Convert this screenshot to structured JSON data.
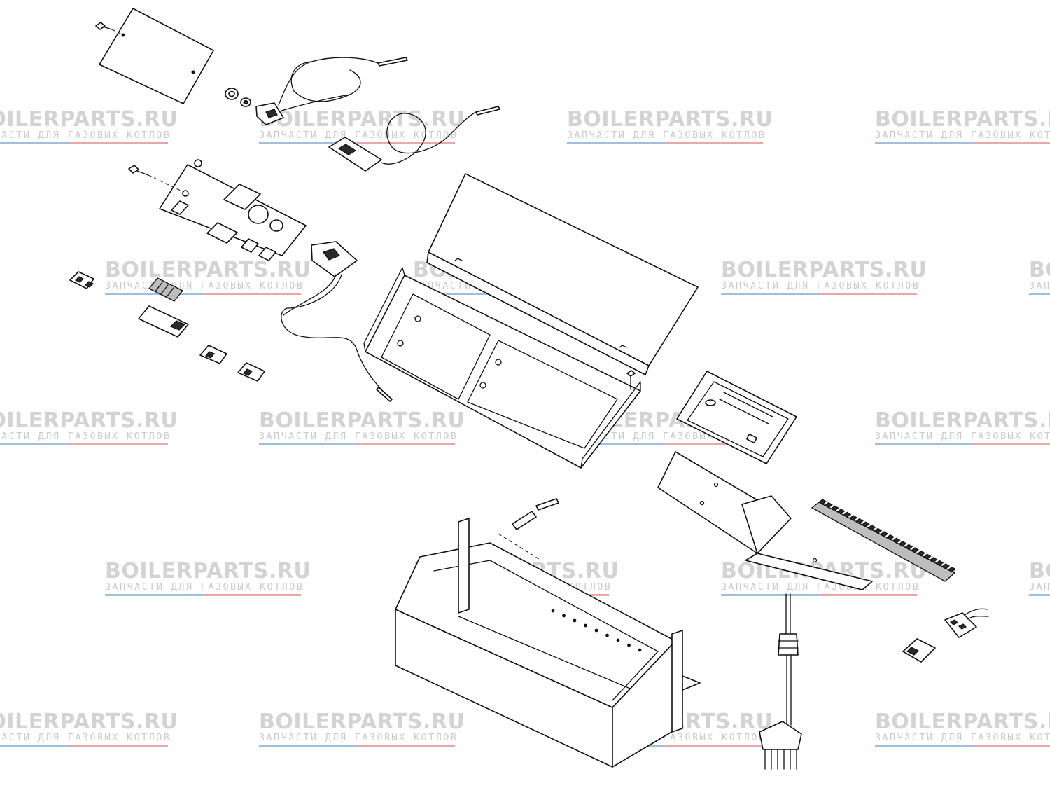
{
  "watermark": {
    "brand": "BOILERPARTS.RU",
    "tagline": "ЗАПЧАСТИ ДЛЯ ГАЗОВЫХ КОТЛОВ",
    "brand_color": "#c7c7c7",
    "accent_colors": [
      "#2c6fb3",
      "#d23b3b"
    ]
  },
  "diagram": {
    "type": "exploded-parts-drawing",
    "line_color": "#111111",
    "background": "#ffffff"
  }
}
